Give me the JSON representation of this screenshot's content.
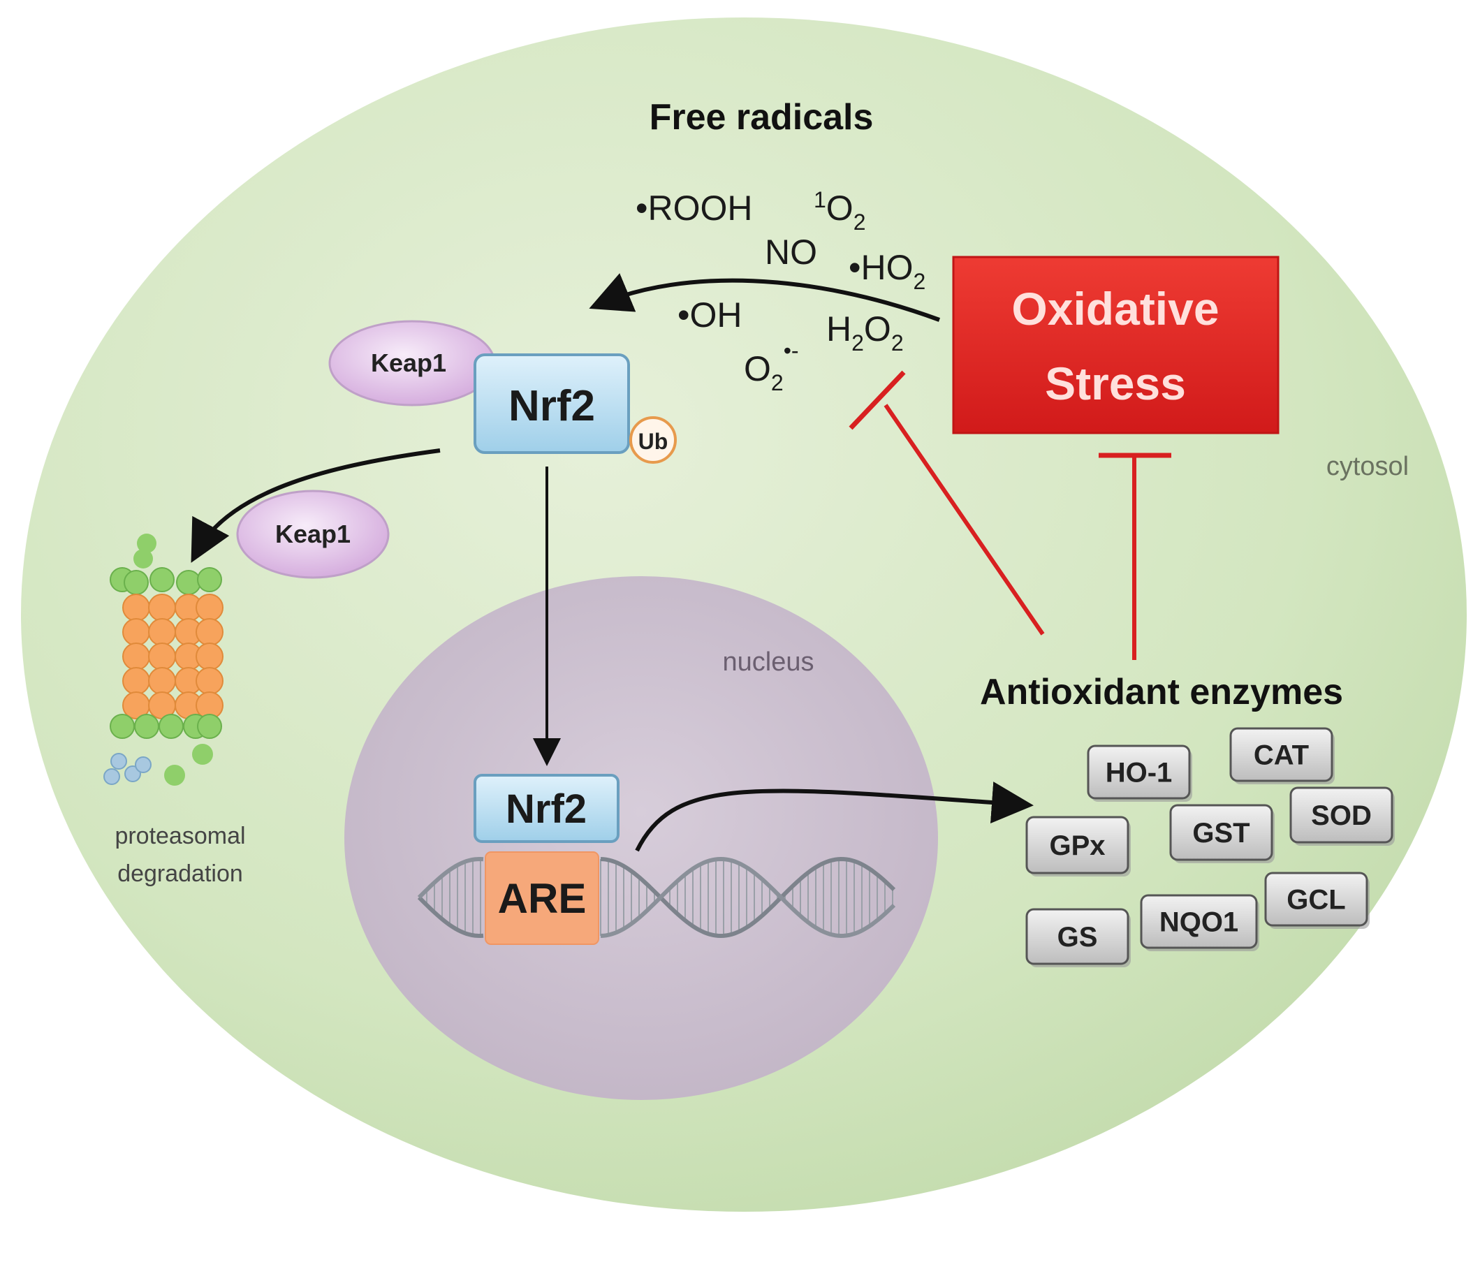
{
  "title": "Free radicals",
  "radicals": {
    "rooh": "•ROOH",
    "singlet_oxygen": {
      "super": "1",
      "base": "O",
      "sub": "2"
    },
    "no": "NO",
    "ho2": {
      "base": "•HO",
      "sub": "2"
    },
    "oh": "•OH",
    "h2o2": {
      "a": "H",
      "b": "O",
      "sub1": "2",
      "sub2": "2"
    },
    "superoxide": {
      "base": "O",
      "sub": "2",
      "super": "•-"
    }
  },
  "oxidative_stress": {
    "line1": "Oxidative",
    "line2": "Stress",
    "color": "#e02020"
  },
  "proteins": {
    "keap1_top": "Keap1",
    "keap1_free": "Keap1",
    "nrf2_cytosol": "Nrf2",
    "ub": "Ub",
    "nrf2_nucleus": "Nrf2",
    "are": "ARE"
  },
  "compartments": {
    "cytosol": "cytosol",
    "nucleus": "nucleus"
  },
  "proteasome_label": {
    "line1": "proteasomal",
    "line2": "degradation"
  },
  "antioxidant_title": "Antioxidant enzymes",
  "enzymes": [
    "HO-1",
    "CAT",
    "GPx",
    "GST",
    "SOD",
    "GS",
    "NQO1",
    "GCL"
  ],
  "colors": {
    "cell": "#cfe3b8",
    "nucleus": "#cbbfcf",
    "nrf2_box": "#b7dcf0",
    "keap1": "#e6c6ec",
    "inhibit": "#d82020",
    "are_box": "#f6a87a",
    "proteasome_core": "#f7a35c",
    "proteasome_ring": "#8fcf6a"
  }
}
